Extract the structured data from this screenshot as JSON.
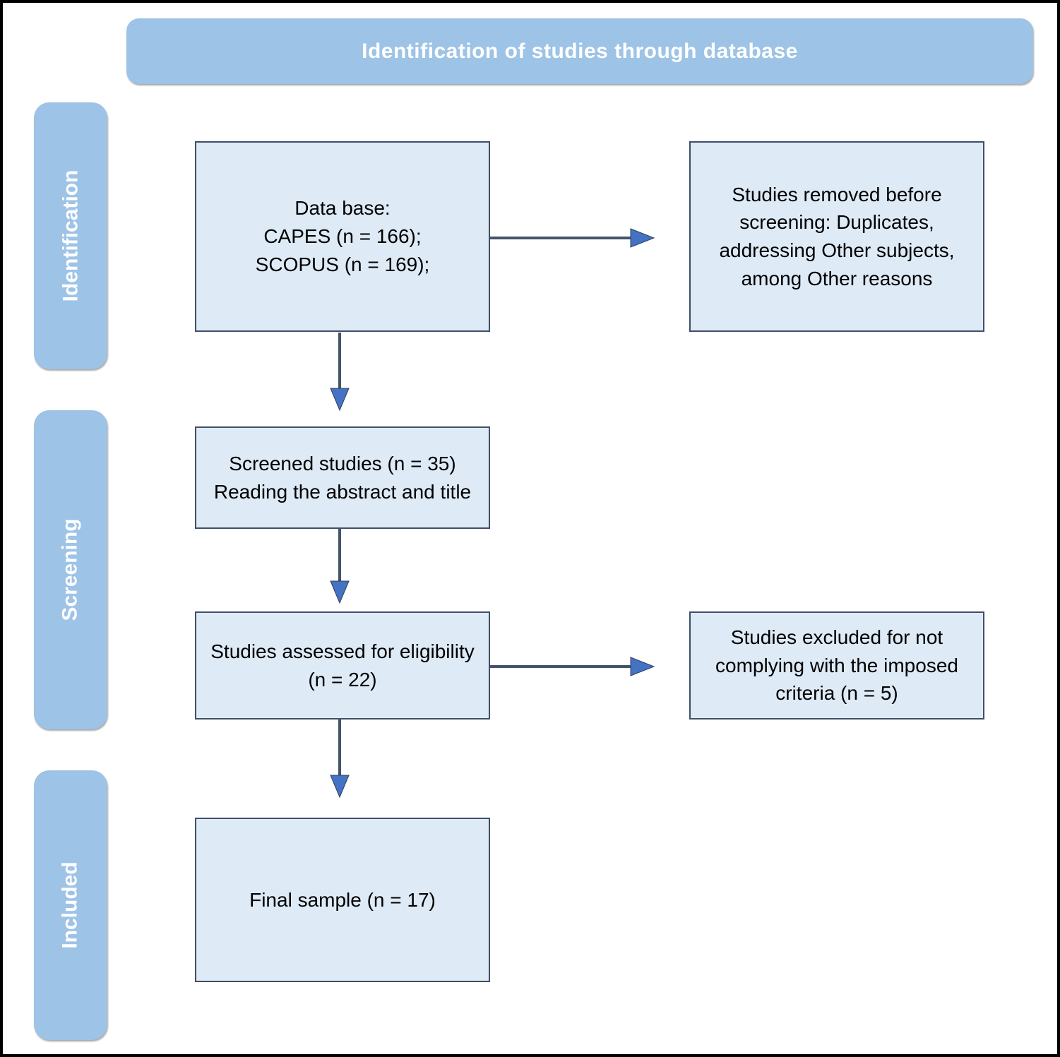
{
  "header": {
    "title": "Identification of studies through database"
  },
  "sidebar": {
    "stages": [
      {
        "label": "Identification"
      },
      {
        "label": "Screening"
      },
      {
        "label": "Included"
      }
    ]
  },
  "boxes": {
    "database": "Data base:\nCAPES (n = 166);\nSCOPUS (n = 169);",
    "removed": "Studies removed before screening: Duplicates, addressing Other subjects, among Other reasons",
    "screened": "Screened studies (n = 35)\nReading the abstract and title",
    "assessed": "Studies assessed for eligibility (n = 22)",
    "excluded": "Studies excluded for not complying with the imposed criteria (n = 5)",
    "final": "Final sample (n = 17)"
  },
  "colors": {
    "band_blue": "#9DC3E6",
    "box_fill": "#DEEAF6",
    "box_border": "#3F4F68",
    "arrow_stem": "#44546A",
    "arrow_head": "#4472C4",
    "banner_text": "#FFFFFF",
    "box_text": "#000000",
    "page_border": "#000000"
  }
}
